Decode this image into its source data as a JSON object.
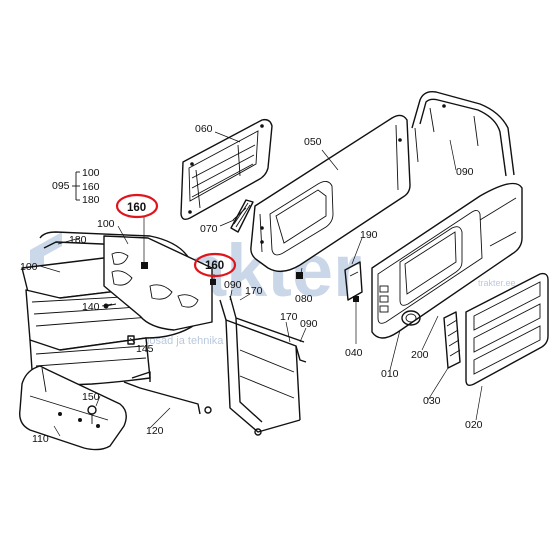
{
  "diagram": {
    "parts": [
      {
        "id": "p010",
        "label": "010"
      },
      {
        "id": "p020",
        "label": "020"
      },
      {
        "id": "p030",
        "label": "030"
      },
      {
        "id": "p040",
        "label": "040"
      },
      {
        "id": "p050",
        "label": "050"
      },
      {
        "id": "p060",
        "label": "060"
      },
      {
        "id": "p070",
        "label": "070"
      },
      {
        "id": "p080",
        "label": "080"
      },
      {
        "id": "p090a",
        "label": "090"
      },
      {
        "id": "p090b",
        "label": "090"
      },
      {
        "id": "p090c",
        "label": "090"
      },
      {
        "id": "p100",
        "label": "100"
      },
      {
        "id": "p110",
        "label": "110"
      },
      {
        "id": "p120",
        "label": "120"
      },
      {
        "id": "p130",
        "label": "130"
      },
      {
        "id": "p140",
        "label": "140"
      },
      {
        "id": "p145",
        "label": "145"
      },
      {
        "id": "p150",
        "label": "150"
      },
      {
        "id": "p160a",
        "label": "160"
      },
      {
        "id": "p160b",
        "label": "160"
      },
      {
        "id": "p170a",
        "label": "170"
      },
      {
        "id": "p170b",
        "label": "170"
      },
      {
        "id": "p180",
        "label": "180"
      },
      {
        "id": "p190",
        "label": "190"
      },
      {
        "id": "p200",
        "label": "200"
      }
    ],
    "group": {
      "parent": "095",
      "children": [
        "100",
        "160",
        "180"
      ]
    },
    "highlight_color": "#e0141b",
    "watermark": {
      "brand": "Trakter",
      "sub": "varuosad ja tehnika",
      "url": "trakter.ee"
    }
  }
}
